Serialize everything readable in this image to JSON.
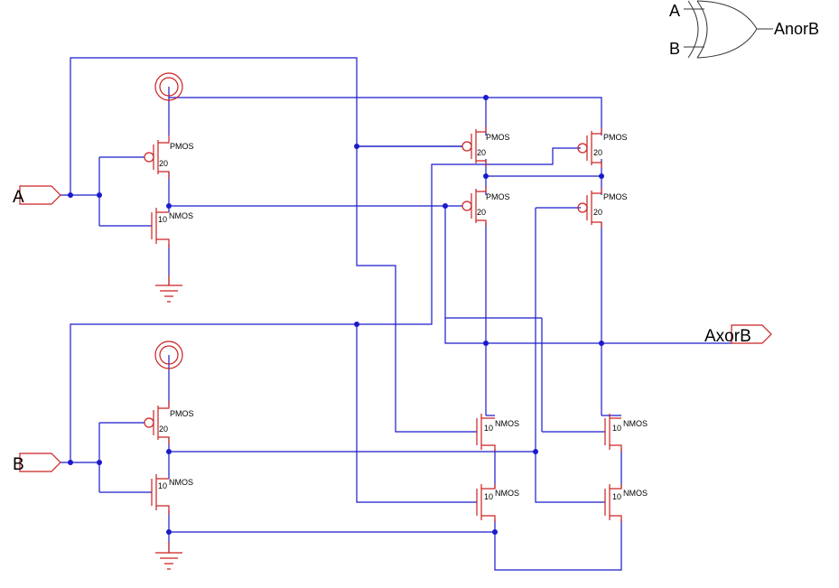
{
  "ports": {
    "input_a": "A",
    "input_b": "B",
    "output": "AxorB"
  },
  "symbol": {
    "input_a": "A",
    "input_b": "B",
    "output": "AnorB"
  },
  "devices": {
    "pmos_type": "PMOS",
    "nmos_type": "NMOS",
    "pmos_size": "20",
    "nmos_size": "10"
  },
  "colors": {
    "wire": "#1a1acc",
    "device": "#cc2020",
    "background": "#ffffff"
  }
}
